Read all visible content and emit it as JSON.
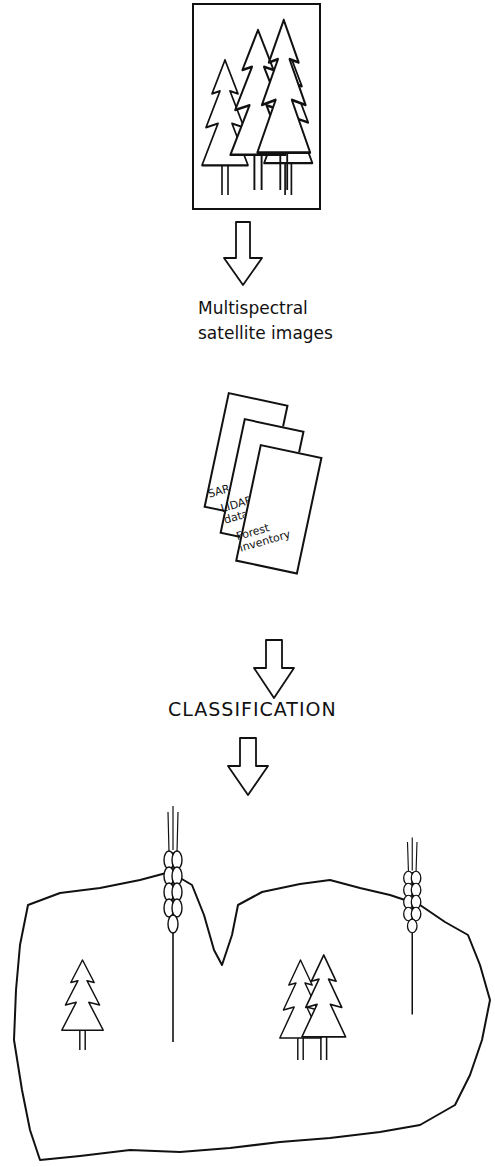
{
  "diagram": {
    "nodes": [
      {
        "text": [
          "SAR-data"
        ]
      },
      {
        "text": [
          "LIDAR-data"
        ]
      },
      {
        "text": [
          "Forest inventory"
        ]
      }
    ],
    "labels": [
      "Multispectral satellite images",
      "CLASSIFICATION"
    ]
  }
}
